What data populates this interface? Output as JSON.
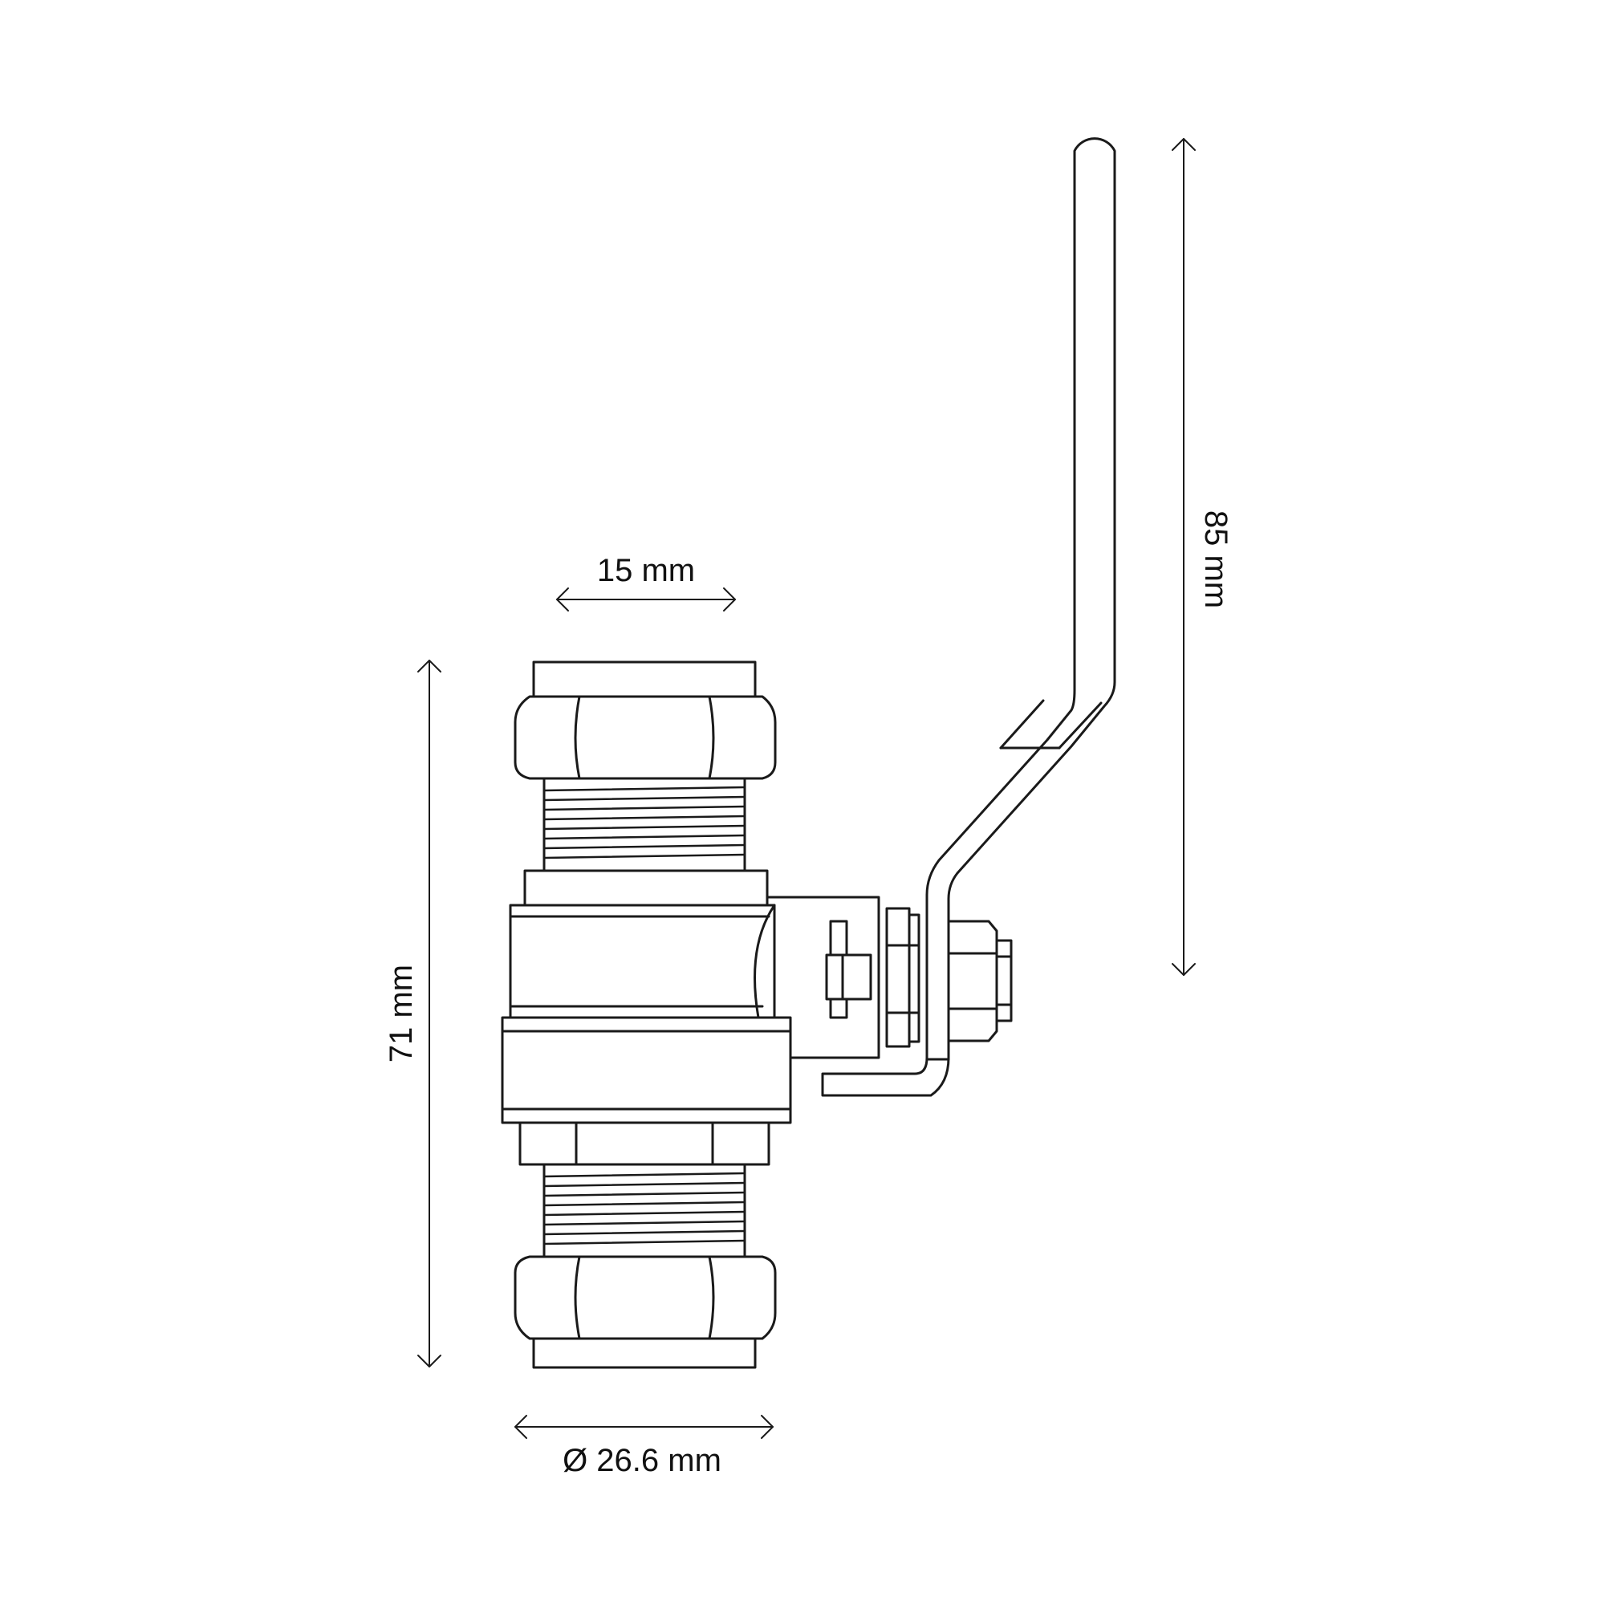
{
  "dimensions": {
    "pipe_size": "15 mm",
    "valve_length": "71 mm",
    "handle_length": "85 mm",
    "nut_diameter": "Ø 26.6 mm"
  },
  "colors": {
    "line": "#1a1a1a",
    "background": "#ffffff"
  }
}
